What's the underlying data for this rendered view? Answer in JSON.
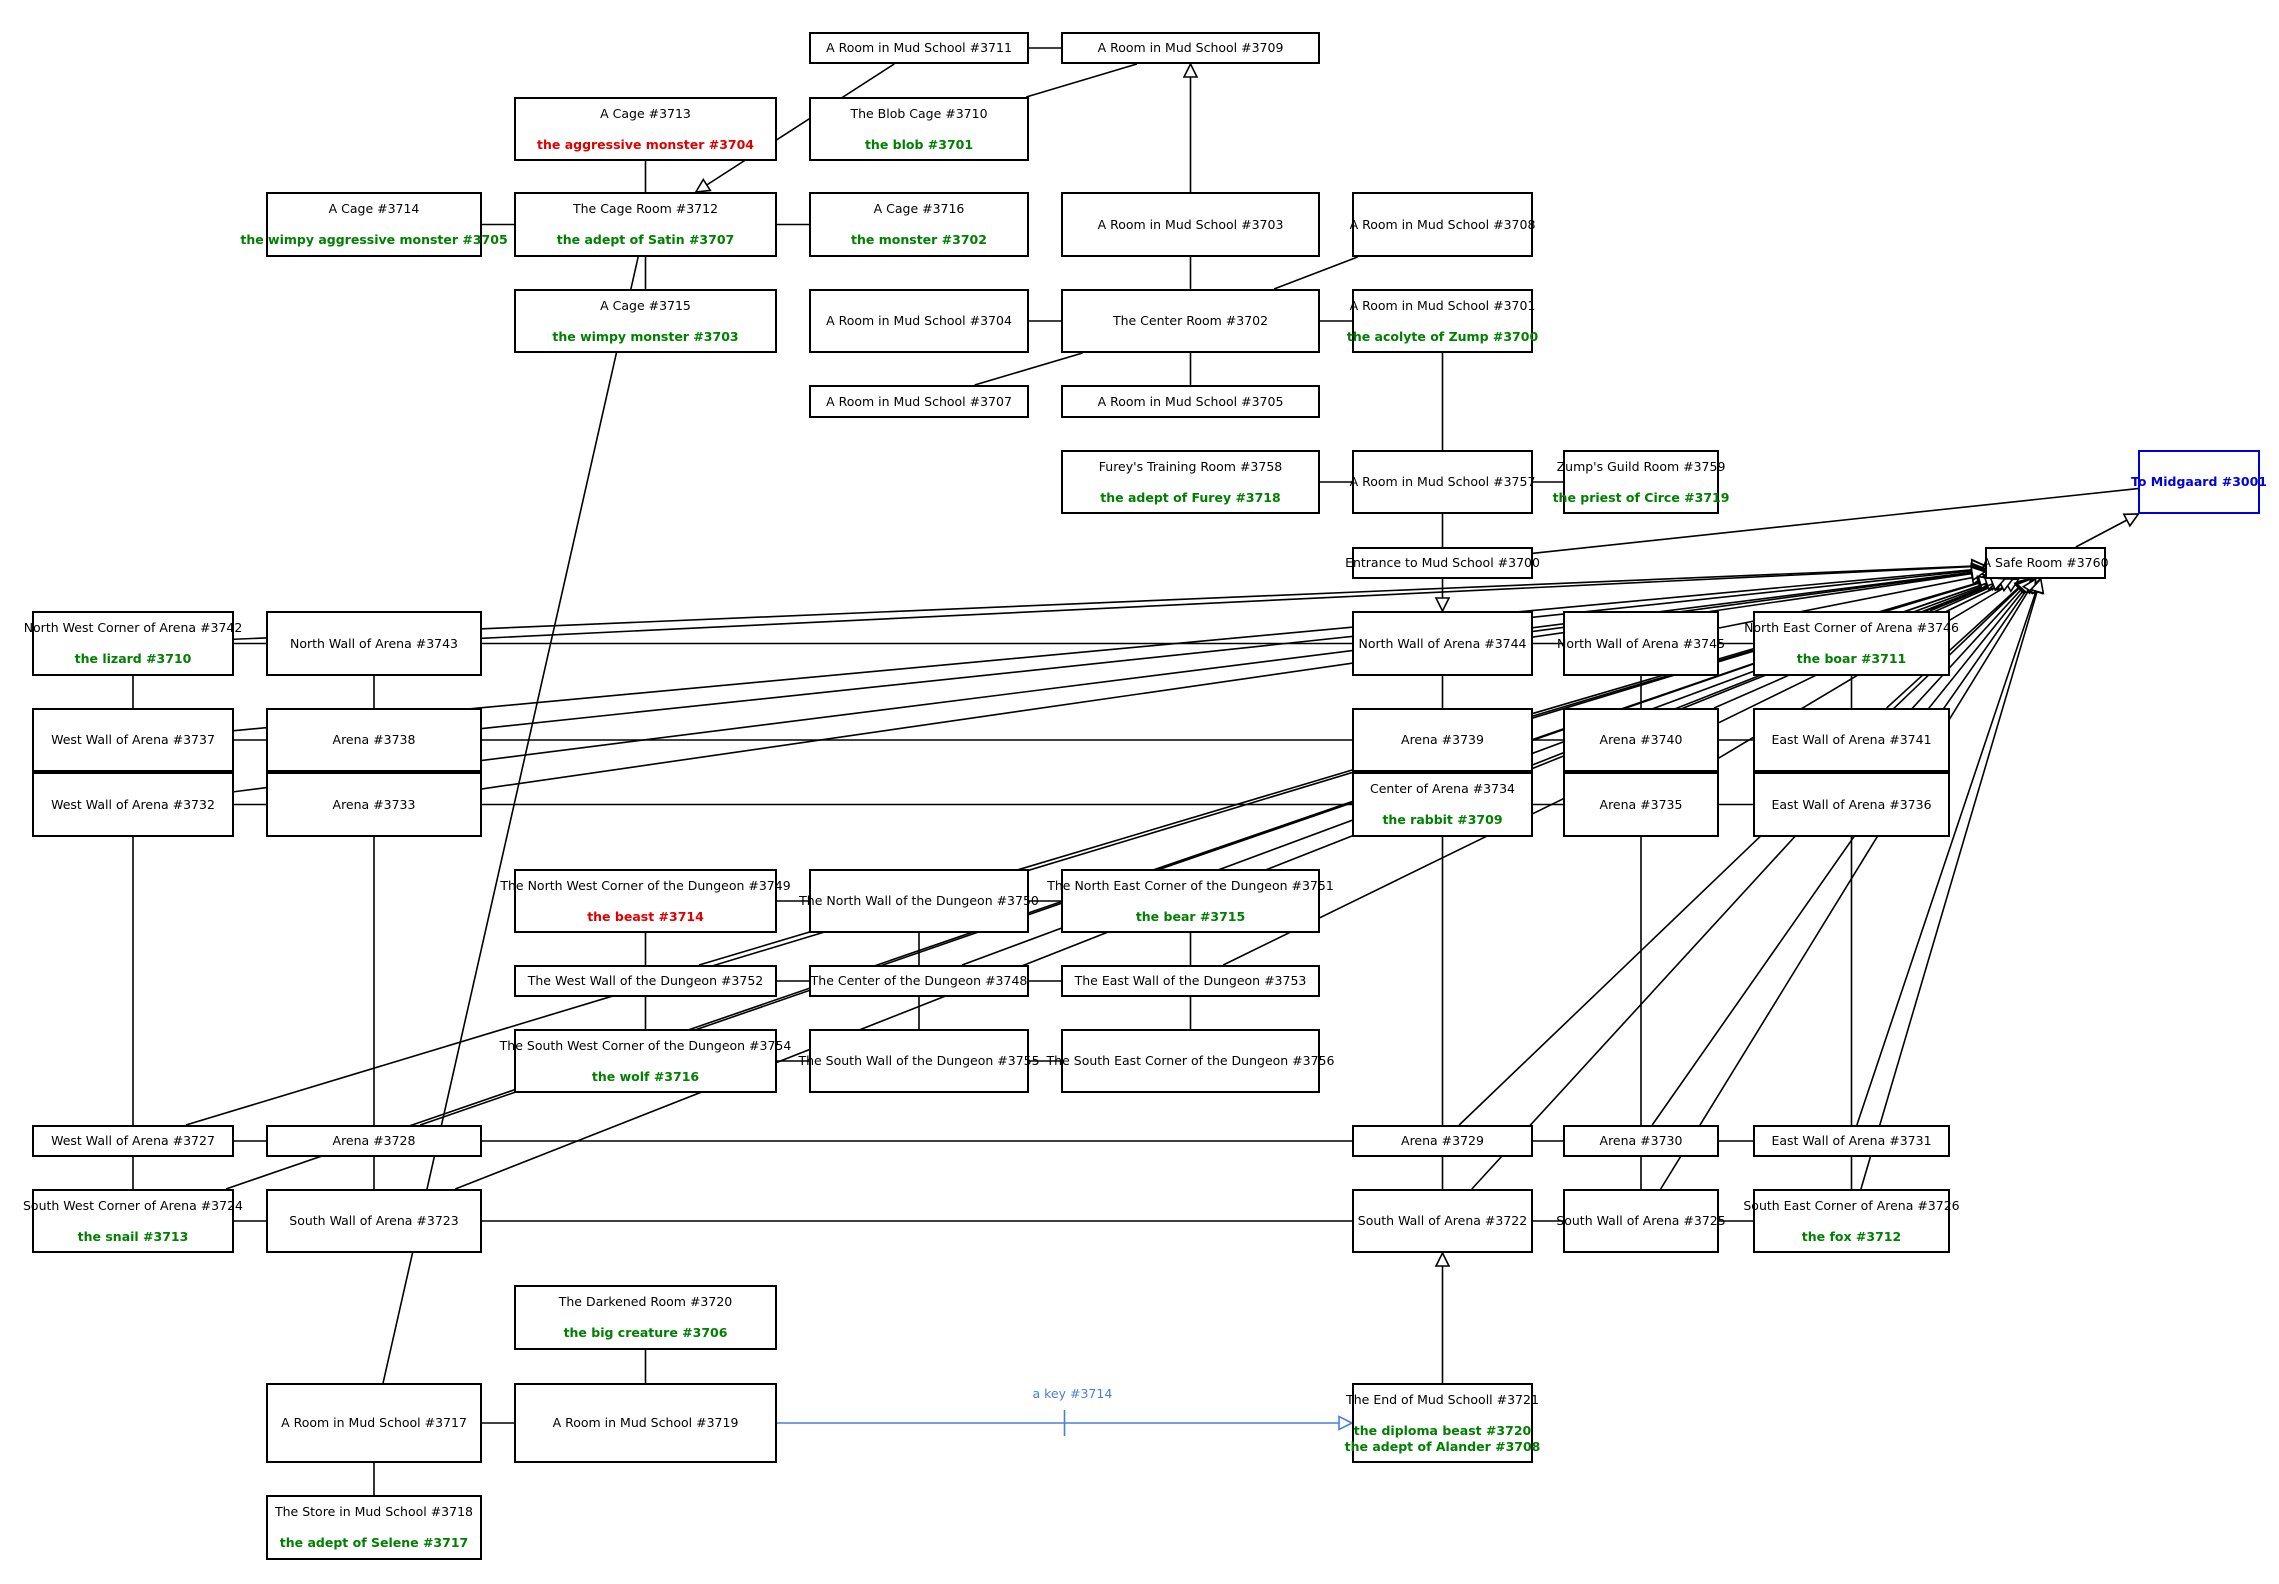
{
  "colors": {
    "line": "#000000",
    "friendly_mob": "#008000",
    "aggressive_mob": "#e00000",
    "exit": "#0000dd",
    "key_link": "#4a7fd6"
  },
  "rooms": [
    {
      "id": "r3711",
      "title": "A Room in Mud School #3711",
      "mobs": []
    },
    {
      "id": "r3709",
      "title": "A Room in Mud School #3709",
      "mobs": []
    },
    {
      "id": "r3713",
      "title": "A Cage #3713",
      "mobs": [
        {
          "name": "the aggressive monster #3704",
          "kind": "aggressive"
        }
      ]
    },
    {
      "id": "r3710",
      "title": "The Blob Cage #3710",
      "mobs": [
        {
          "name": "the blob #3701",
          "kind": "friendly"
        }
      ]
    },
    {
      "id": "r3714",
      "title": "A Cage #3714",
      "mobs": [
        {
          "name": "the wimpy aggressive monster #3705",
          "kind": "friendly"
        }
      ]
    },
    {
      "id": "r3712",
      "title": "The Cage Room #3712",
      "mobs": [
        {
          "name": "the adept of Satin #3707",
          "kind": "friendly"
        }
      ]
    },
    {
      "id": "r3716",
      "title": "A Cage #3716",
      "mobs": [
        {
          "name": "the monster #3702",
          "kind": "friendly"
        }
      ]
    },
    {
      "id": "r3703",
      "title": "A Room in Mud School #3703",
      "mobs": []
    },
    {
      "id": "r3708",
      "title": "A Room in Mud School #3708",
      "mobs": []
    },
    {
      "id": "r3715",
      "title": "A Cage #3715",
      "mobs": [
        {
          "name": "the wimpy monster #3703",
          "kind": "friendly"
        }
      ]
    },
    {
      "id": "r3704",
      "title": "A Room in Mud School #3704",
      "mobs": []
    },
    {
      "id": "r3702",
      "title": "The Center Room #3702",
      "mobs": []
    },
    {
      "id": "r3701",
      "title": "A Room in Mud School #3701",
      "mobs": [
        {
          "name": "the acolyte of Zump #3700",
          "kind": "friendly"
        }
      ]
    },
    {
      "id": "r3707",
      "title": "A Room in Mud School #3707",
      "mobs": []
    },
    {
      "id": "r3705",
      "title": "A Room in Mud School #3705",
      "mobs": []
    },
    {
      "id": "r3758",
      "title": "Furey's Training Room #3758",
      "mobs": [
        {
          "name": "the adept of Furey #3718",
          "kind": "friendly"
        }
      ]
    },
    {
      "id": "r3757",
      "title": "A Room in Mud School #3757",
      "mobs": []
    },
    {
      "id": "r3759",
      "title": "Zump's Guild Room #3759",
      "mobs": [
        {
          "name": "the priest of Circe #3719",
          "kind": "friendly"
        }
      ]
    },
    {
      "id": "r3001",
      "title": "To Midgaard #3001",
      "mobs": [],
      "exit": true
    },
    {
      "id": "r3700",
      "title": "Entrance to Mud School #3700",
      "mobs": []
    },
    {
      "id": "r3760",
      "title": "A Safe Room #3760",
      "mobs": []
    },
    {
      "id": "r3742",
      "title": "North West Corner of Arena #3742",
      "mobs": [
        {
          "name": "the lizard #3710",
          "kind": "friendly"
        }
      ]
    },
    {
      "id": "r3743",
      "title": "North Wall of Arena #3743",
      "mobs": []
    },
    {
      "id": "r3744",
      "title": "North Wall of Arena #3744",
      "mobs": []
    },
    {
      "id": "r3745",
      "title": "North Wall of Arena #3745",
      "mobs": []
    },
    {
      "id": "r3746",
      "title": "North East Corner of Arena #3746",
      "mobs": [
        {
          "name": "the boar #3711",
          "kind": "friendly"
        }
      ]
    },
    {
      "id": "r3737",
      "title": "West Wall of Arena #3737",
      "mobs": []
    },
    {
      "id": "r3738",
      "title": "Arena #3738",
      "mobs": []
    },
    {
      "id": "r3739",
      "title": "Arena #3739",
      "mobs": []
    },
    {
      "id": "r3740",
      "title": "Arena #3740",
      "mobs": []
    },
    {
      "id": "r3741",
      "title": "East Wall of Arena #3741",
      "mobs": []
    },
    {
      "id": "r3732",
      "title": "West Wall of Arena #3732",
      "mobs": []
    },
    {
      "id": "r3733",
      "title": "Arena #3733",
      "mobs": []
    },
    {
      "id": "r3734",
      "title": "Center of Arena #3734",
      "mobs": [
        {
          "name": "the rabbit #3709",
          "kind": "friendly"
        }
      ]
    },
    {
      "id": "r3735",
      "title": "Arena #3735",
      "mobs": []
    },
    {
      "id": "r3736",
      "title": "East Wall of Arena #3736",
      "mobs": []
    },
    {
      "id": "r3749",
      "title": "The North West Corner of the Dungeon #3749",
      "mobs": [
        {
          "name": "the beast #3714",
          "kind": "aggressive"
        }
      ]
    },
    {
      "id": "r3750",
      "title": "The North Wall of the Dungeon #3750",
      "mobs": []
    },
    {
      "id": "r3751",
      "title": "The North East Corner of the Dungeon #3751",
      "mobs": [
        {
          "name": "the bear #3715",
          "kind": "friendly"
        }
      ]
    },
    {
      "id": "r3752",
      "title": "The West Wall of the Dungeon #3752",
      "mobs": []
    },
    {
      "id": "r3748",
      "title": "The Center of the Dungeon #3748",
      "mobs": []
    },
    {
      "id": "r3753",
      "title": "The East Wall of the Dungeon #3753",
      "mobs": []
    },
    {
      "id": "r3754",
      "title": "The South West Corner of the Dungeon #3754",
      "mobs": [
        {
          "name": "the wolf #3716",
          "kind": "friendly"
        }
      ]
    },
    {
      "id": "r3755",
      "title": "The South Wall of the Dungeon #3755",
      "mobs": []
    },
    {
      "id": "r3756",
      "title": "The South East Corner of the Dungeon #3756",
      "mobs": []
    },
    {
      "id": "r3727",
      "title": "West Wall of Arena #3727",
      "mobs": []
    },
    {
      "id": "r3728",
      "title": "Arena #3728",
      "mobs": []
    },
    {
      "id": "r3729",
      "title": "Arena #3729",
      "mobs": []
    },
    {
      "id": "r3730",
      "title": "Arena #3730",
      "mobs": []
    },
    {
      "id": "r3731",
      "title": "East Wall of Arena #3731",
      "mobs": []
    },
    {
      "id": "r3724",
      "title": "South West Corner of Arena #3724",
      "mobs": [
        {
          "name": "the snail #3713",
          "kind": "friendly"
        }
      ]
    },
    {
      "id": "r3723",
      "title": "South Wall of Arena #3723",
      "mobs": []
    },
    {
      "id": "r3722",
      "title": "South Wall of Arena #3722",
      "mobs": []
    },
    {
      "id": "r3725",
      "title": "South Wall of Arena #3725",
      "mobs": []
    },
    {
      "id": "r3726",
      "title": "South East Corner of Arena #3726",
      "mobs": [
        {
          "name": "the fox #3712",
          "kind": "friendly"
        }
      ]
    },
    {
      "id": "r3720",
      "title": "The Darkened Room #3720",
      "mobs": [
        {
          "name": "the big creature #3706",
          "kind": "friendly"
        }
      ]
    },
    {
      "id": "r3717",
      "title": "A Room in Mud School #3717",
      "mobs": []
    },
    {
      "id": "r3719",
      "title": "A Room in Mud School #3719",
      "mobs": []
    },
    {
      "id": "r3721",
      "title": "The End of Mud Schooll #3721",
      "mobs": [
        {
          "name": "the diploma beast #3720",
          "kind": "friendly"
        },
        {
          "name": "the adept of Alander #3708",
          "kind": "friendly"
        }
      ]
    },
    {
      "id": "r3718",
      "title": "The Store in Mud School #3718",
      "mobs": [
        {
          "name": "the adept of Selene #3717",
          "kind": "friendly"
        }
      ]
    }
  ],
  "links": [
    {
      "from": "r3711",
      "to": "r3709"
    },
    {
      "from": "r3710",
      "to": "r3709"
    },
    {
      "from": "r3703",
      "to": "r3709",
      "arrow": "to"
    },
    {
      "from": "r3711",
      "to": "r3712",
      "arrow": "to"
    },
    {
      "from": "r3713",
      "to": "r3712"
    },
    {
      "from": "r3714",
      "to": "r3712"
    },
    {
      "from": "r3712",
      "to": "r3716"
    },
    {
      "from": "r3712",
      "to": "r3715"
    },
    {
      "from": "r3712",
      "to": "r3717"
    },
    {
      "from": "r3703",
      "to": "r3702"
    },
    {
      "from": "r3704",
      "to": "r3702"
    },
    {
      "from": "r3702",
      "to": "r3701"
    },
    {
      "from": "r3702",
      "to": "r3707"
    },
    {
      "from": "r3702",
      "to": "r3705"
    },
    {
      "from": "r3702",
      "to": "r3708"
    },
    {
      "from": "r3701",
      "to": "r3757"
    },
    {
      "from": "r3758",
      "to": "r3757"
    },
    {
      "from": "r3757",
      "to": "r3759"
    },
    {
      "from": "r3757",
      "to": "r3700"
    },
    {
      "from": "r3700",
      "to": "r3744",
      "arrow": "to"
    },
    {
      "from": "r3700",
      "to": "r3001"
    },
    {
      "from": "r3760",
      "to": "r3001",
      "arrow": "to"
    },
    {
      "from": "r3742",
      "to": "r3743"
    },
    {
      "from": "r3743",
      "to": "r3744"
    },
    {
      "from": "r3744",
      "to": "r3745"
    },
    {
      "from": "r3745",
      "to": "r3746"
    },
    {
      "from": "r3737",
      "to": "r3738"
    },
    {
      "from": "r3738",
      "to": "r3739"
    },
    {
      "from": "r3739",
      "to": "r3740"
    },
    {
      "from": "r3740",
      "to": "r3741"
    },
    {
      "from": "r3732",
      "to": "r3733"
    },
    {
      "from": "r3733",
      "to": "r3734"
    },
    {
      "from": "r3734",
      "to": "r3735"
    },
    {
      "from": "r3735",
      "to": "r3736"
    },
    {
      "from": "r3727",
      "to": "r3728"
    },
    {
      "from": "r3728",
      "to": "r3729"
    },
    {
      "from": "r3729",
      "to": "r3730"
    },
    {
      "from": "r3730",
      "to": "r3731"
    },
    {
      "from": "r3724",
      "to": "r3723"
    },
    {
      "from": "r3723",
      "to": "r3722"
    },
    {
      "from": "r3722",
      "to": "r3725"
    },
    {
      "from": "r3725",
      "to": "r3726"
    },
    {
      "from": "r3742",
      "to": "r3737"
    },
    {
      "from": "r3737",
      "to": "r3732"
    },
    {
      "from": "r3732",
      "to": "r3727"
    },
    {
      "from": "r3727",
      "to": "r3724"
    },
    {
      "from": "r3743",
      "to": "r3738"
    },
    {
      "from": "r3738",
      "to": "r3733"
    },
    {
      "from": "r3733",
      "to": "r3728"
    },
    {
      "from": "r3728",
      "to": "r3723"
    },
    {
      "from": "r3744",
      "to": "r3739"
    },
    {
      "from": "r3739",
      "to": "r3734"
    },
    {
      "from": "r3734",
      "to": "r3729"
    },
    {
      "from": "r3729",
      "to": "r3722"
    },
    {
      "from": "r3745",
      "to": "r3740"
    },
    {
      "from": "r3740",
      "to": "r3735"
    },
    {
      "from": "r3735",
      "to": "r3730"
    },
    {
      "from": "r3730",
      "to": "r3725"
    },
    {
      "from": "r3746",
      "to": "r3741"
    },
    {
      "from": "r3741",
      "to": "r3736"
    },
    {
      "from": "r3736",
      "to": "r3731"
    },
    {
      "from": "r3731",
      "to": "r3726"
    },
    {
      "from": "r3749",
      "to": "r3750"
    },
    {
      "from": "r3750",
      "to": "r3751"
    },
    {
      "from": "r3752",
      "to": "r3748"
    },
    {
      "from": "r3748",
      "to": "r3753"
    },
    {
      "from": "r3754",
      "to": "r3755"
    },
    {
      "from": "r3755",
      "to": "r3756"
    },
    {
      "from": "r3749",
      "to": "r3752"
    },
    {
      "from": "r3752",
      "to": "r3754"
    },
    {
      "from": "r3750",
      "to": "r3748"
    },
    {
      "from": "r3748",
      "to": "r3755"
    },
    {
      "from": "r3751",
      "to": "r3753"
    },
    {
      "from": "r3753",
      "to": "r3756"
    },
    {
      "from": "r3720",
      "to": "r3719"
    },
    {
      "from": "r3717",
      "to": "r3719"
    },
    {
      "from": "r3717",
      "to": "r3718"
    },
    {
      "from": "r3721",
      "to": "r3722",
      "arrow": "to"
    },
    {
      "from": "r3742",
      "to": "r3760",
      "arrow": "to"
    },
    {
      "from": "r3743",
      "to": "r3760",
      "arrow": "to"
    },
    {
      "from": "r3744",
      "to": "r3760",
      "arrow": "to"
    },
    {
      "from": "r3745",
      "to": "r3760",
      "arrow": "to"
    },
    {
      "from": "r3746",
      "to": "r3760",
      "arrow": "to"
    },
    {
      "from": "r3737",
      "to": "r3760",
      "arrow": "to"
    },
    {
      "from": "r3738",
      "to": "r3760",
      "arrow": "to"
    },
    {
      "from": "r3739",
      "to": "r3760",
      "arrow": "to"
    },
    {
      "from": "r3740",
      "to": "r3760",
      "arrow": "to"
    },
    {
      "from": "r3741",
      "to": "r3760",
      "arrow": "to"
    },
    {
      "from": "r3732",
      "to": "r3760",
      "arrow": "to"
    },
    {
      "from": "r3733",
      "to": "r3760",
      "arrow": "to"
    },
    {
      "from": "r3734",
      "to": "r3760",
      "arrow": "to"
    },
    {
      "from": "r3735",
      "to": "r3760",
      "arrow": "to"
    },
    {
      "from": "r3736",
      "to": "r3760",
      "arrow": "to"
    },
    {
      "from": "r3752",
      "to": "r3760",
      "arrow": "to"
    },
    {
      "from": "r3748",
      "to": "r3760",
      "arrow": "to"
    },
    {
      "from": "r3753",
      "to": "r3760",
      "arrow": "to"
    },
    {
      "from": "r3727",
      "to": "r3760",
      "arrow": "to"
    },
    {
      "from": "r3728",
      "to": "r3760",
      "arrow": "to"
    },
    {
      "from": "r3729",
      "to": "r3760",
      "arrow": "to"
    },
    {
      "from": "r3730",
      "to": "r3760",
      "arrow": "to"
    },
    {
      "from": "r3731",
      "to": "r3760",
      "arrow": "to"
    },
    {
      "from": "r3724",
      "to": "r3760",
      "arrow": "to"
    },
    {
      "from": "r3723",
      "to": "r3760",
      "arrow": "to"
    },
    {
      "from": "r3722",
      "to": "r3760",
      "arrow": "to"
    },
    {
      "from": "r3725",
      "to": "r3760",
      "arrow": "to"
    },
    {
      "from": "r3726",
      "to": "r3760",
      "arrow": "to"
    }
  ],
  "key_link": {
    "from": "r3719",
    "to": "r3721",
    "label": "a key #3714"
  }
}
